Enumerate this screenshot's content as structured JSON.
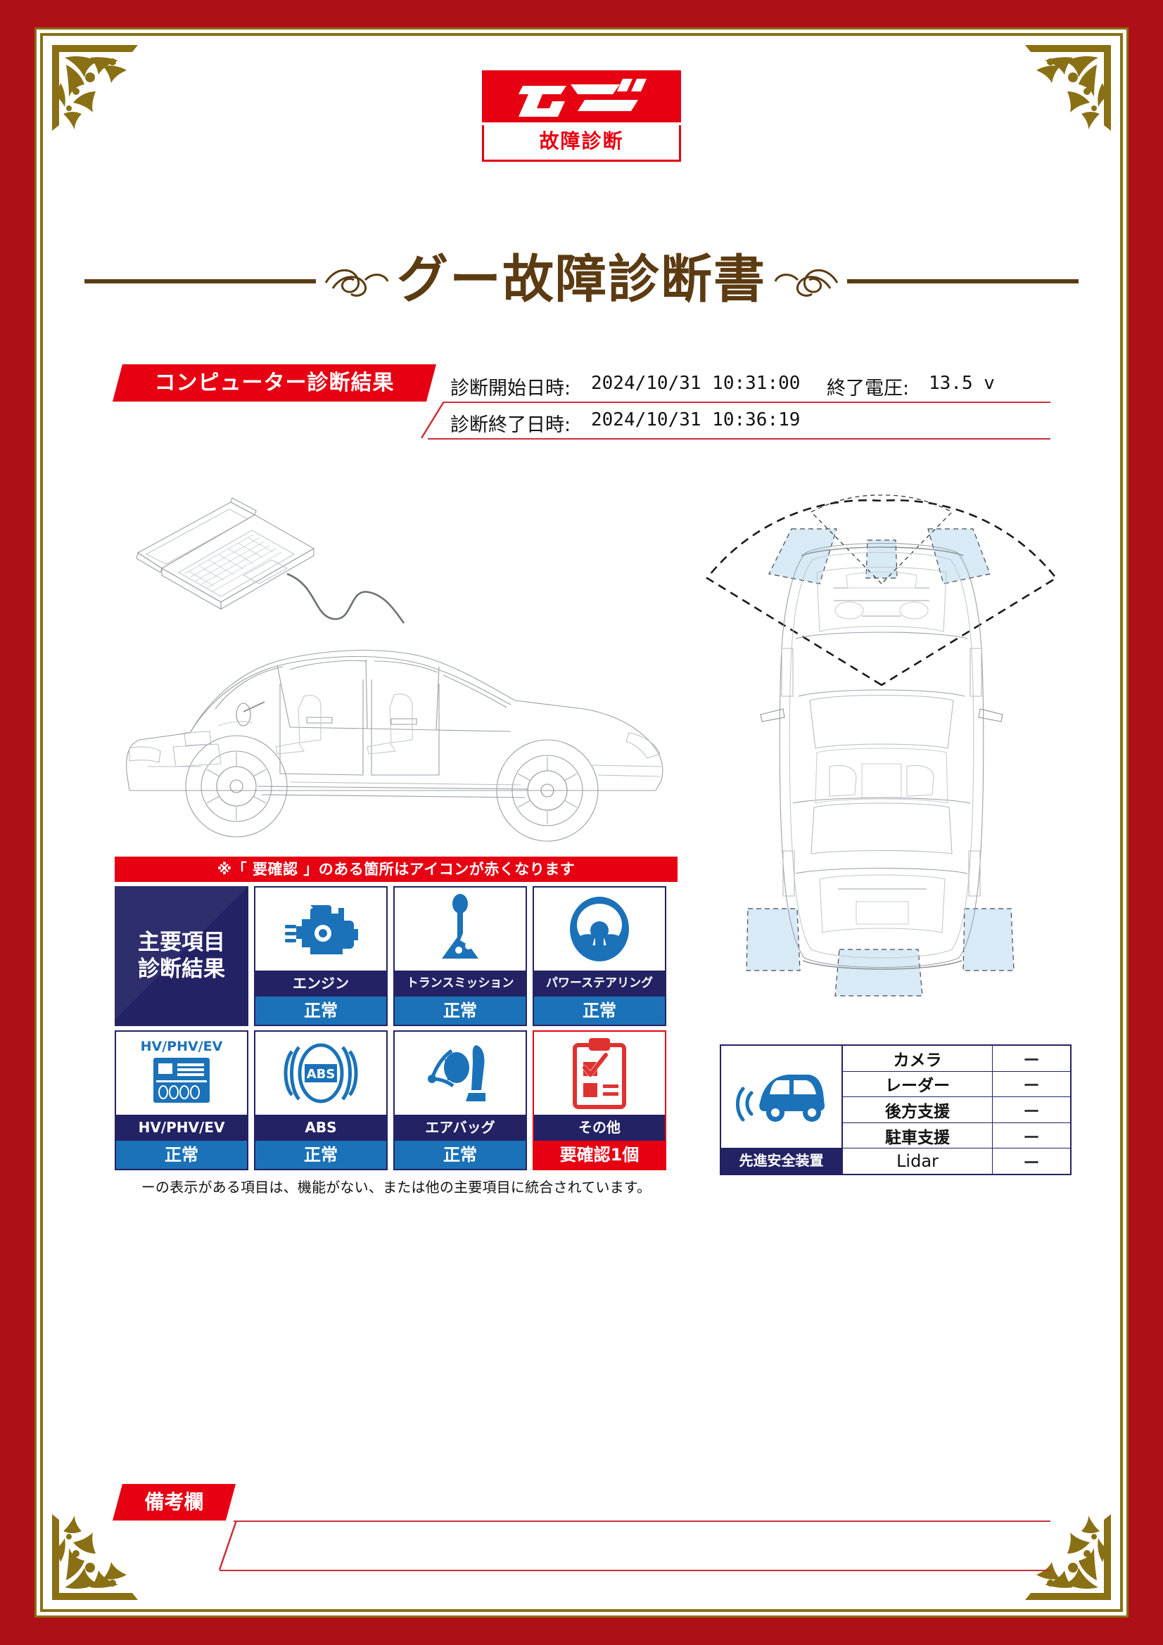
{
  "theme": {
    "border_red": "#AE1017",
    "gold": "#8A7014",
    "brand_red": "#E60012",
    "title_brown": "#5C3B12",
    "navy": "#232265",
    "status_blue": "#1B72B8",
    "sensor_blue": "#D7EAF6"
  },
  "logo": {
    "mark_text": "グー",
    "sub_text": "故障診断"
  },
  "header": {
    "title": "グー故障診断書"
  },
  "diagnosis": {
    "banner": "コンピューター診断結果",
    "start_label": "診断開始日時:",
    "start_value": "2024/10/31 10:31:00",
    "end_label": "診断終了日時:",
    "end_value": "2024/10/31 10:36:19",
    "voltage_label": "終了電圧:",
    "voltage_value": "13.5 v"
  },
  "results": {
    "notice": "※「 要確認 」のある箇所はアイコンが赤くなります",
    "group_label_line1": "主要項目",
    "group_label_line2": "診断結果",
    "footnote": "ーの表示がある項目は、機能がない、または他の主要項目に統合されています。",
    "items": [
      {
        "name": "エンジン",
        "status": "正常",
        "alert": false,
        "icon": "engine-icon"
      },
      {
        "name": "トランスミッション",
        "status": "正常",
        "alert": false,
        "icon": "transmission-icon"
      },
      {
        "name": "パワーステアリング",
        "status": "正常",
        "alert": false,
        "icon": "steering-icon"
      },
      {
        "name": "HV/PHV/EV",
        "status": "正常",
        "alert": false,
        "icon": "battery-icon"
      },
      {
        "name": "ABS",
        "status": "正常",
        "alert": false,
        "icon": "abs-icon"
      },
      {
        "name": "エアバッグ",
        "status": "正常",
        "alert": false,
        "icon": "airbag-icon"
      },
      {
        "name": "その他",
        "status": "要確認1個",
        "alert": true,
        "icon": "clipboard-icon"
      }
    ]
  },
  "safety": {
    "label": "先進安全装置",
    "rows": [
      {
        "name": "カメラ",
        "value": "ー",
        "latin": false
      },
      {
        "name": "レーダー",
        "value": "ー",
        "latin": false
      },
      {
        "name": "後方支援",
        "value": "ー",
        "latin": false
      },
      {
        "name": "駐車支援",
        "value": "ー",
        "latin": false
      },
      {
        "name": "Lidar",
        "value": "ー",
        "latin": true
      }
    ]
  },
  "remarks": {
    "label": "備考欄",
    "content": ""
  }
}
